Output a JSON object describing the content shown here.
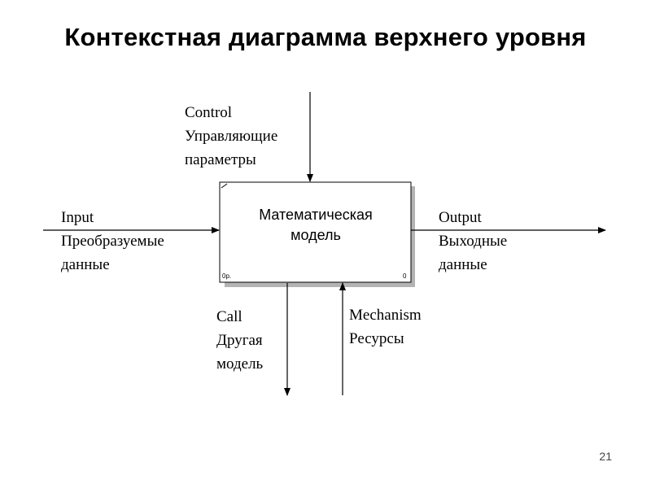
{
  "slide": {
    "title": "Контекстная диаграмма верхнего уровня",
    "page_number": "21"
  },
  "diagram": {
    "box": {
      "lines": [
        "Математическая",
        "модель"
      ],
      "node_label": "0р.",
      "box_number": "0"
    },
    "control": {
      "lines": [
        "Control",
        "Управляющие",
        "параметры"
      ]
    },
    "input": {
      "lines": [
        "Input",
        "Преобразуемые",
        "данные"
      ]
    },
    "output": {
      "lines": [
        "Output",
        "Выходные",
        "данные"
      ]
    },
    "call": {
      "lines": [
        "Call",
        "Другая",
        "модель"
      ]
    },
    "mechanism": {
      "lines": [
        "Mechanism",
        "Ресурсы"
      ]
    }
  }
}
